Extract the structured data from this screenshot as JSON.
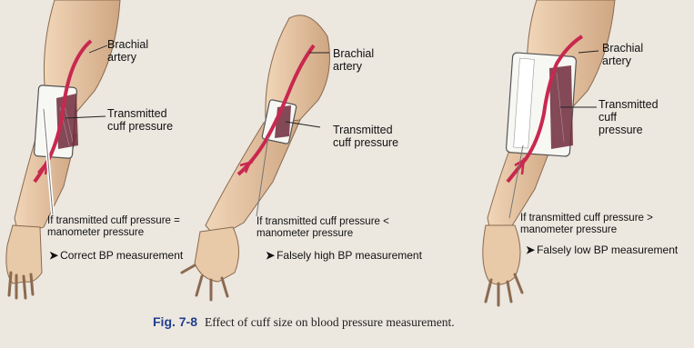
{
  "caption": {
    "figure_label": "Fig. 7-8",
    "text": "Effect of cuff size on blood pressure measurement."
  },
  "panels": [
    {
      "artery_label": [
        "Brachial",
        "artery"
      ],
      "pressure_label": [
        "Transmitted",
        "cuff pressure"
      ],
      "condition": "If transmitted cuff pressure = manometer pressure",
      "result": "Correct BP measurement"
    },
    {
      "artery_label": [
        "Brachial",
        "artery"
      ],
      "pressure_label": [
        "Transmitted",
        "cuff pressure"
      ],
      "condition": "If transmitted cuff pressure < manometer pressure",
      "result": "Falsely high BP measurement"
    },
    {
      "artery_label": [
        "Brachial",
        "artery"
      ],
      "pressure_label": [
        "Transmitted",
        "cuff",
        "pressure"
      ],
      "condition": "If transmitted cuff pressure > manometer pressure",
      "result": "Falsely low BP measurement"
    }
  ],
  "colors": {
    "skin": "#e8c9a8",
    "skin_shade": "#cfa682",
    "artery": "#c8284f",
    "cuff": "#f7f7f3",
    "pressure_zone": "#6e2a3a",
    "caption_accent": "#1f3f8f"
  }
}
